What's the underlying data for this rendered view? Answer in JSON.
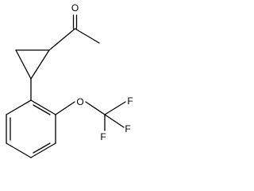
{
  "molecule": {
    "atoms": {
      "carbonyl_oxygen": "O",
      "ether_oxygen": "O",
      "fluorine_1": "F",
      "fluorine_2": "F",
      "fluorine_3": "F"
    },
    "colors": {
      "bond": "#000000",
      "label": "#000000",
      "background": "#ffffff"
    }
  }
}
